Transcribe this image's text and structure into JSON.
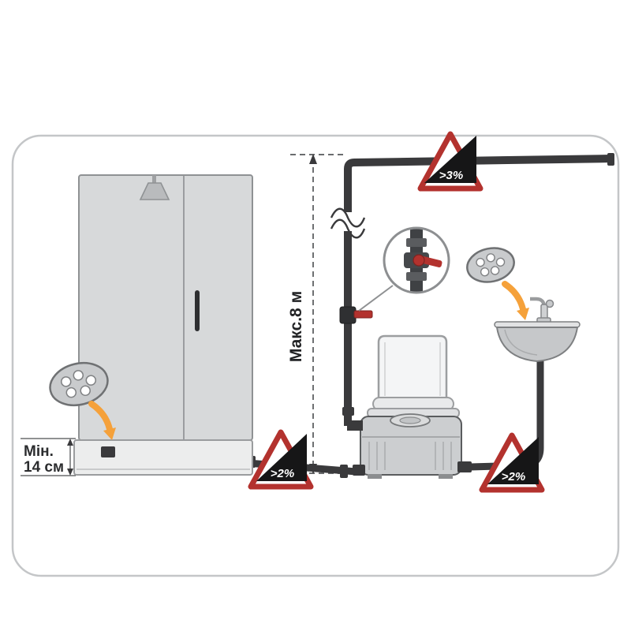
{
  "labels": {
    "min_line1": "Мін.",
    "min_line2": "14 см",
    "max_lift": "Макс.8 м",
    "slope_top": ">3%",
    "slope_shower": ">2%",
    "slope_sink": ">2%"
  },
  "colors": {
    "pipe": "#3a3a3c",
    "warning_red": "#b3322e",
    "accent_orange": "#f5a13a",
    "cabin_fill": "#d7d9da",
    "outline_gray": "#8f9294",
    "border": "#c4c6c8",
    "wedge_black": "#161617"
  },
  "icons": [
    "shower-head-icon",
    "impeller-disc-icon",
    "flow-arrow-icon",
    "warning-triangle-icon",
    "ball-valve-icon",
    "valve-detail-magnifier",
    "macerator-pump",
    "washbasin-icon",
    "faucet-icon"
  ]
}
